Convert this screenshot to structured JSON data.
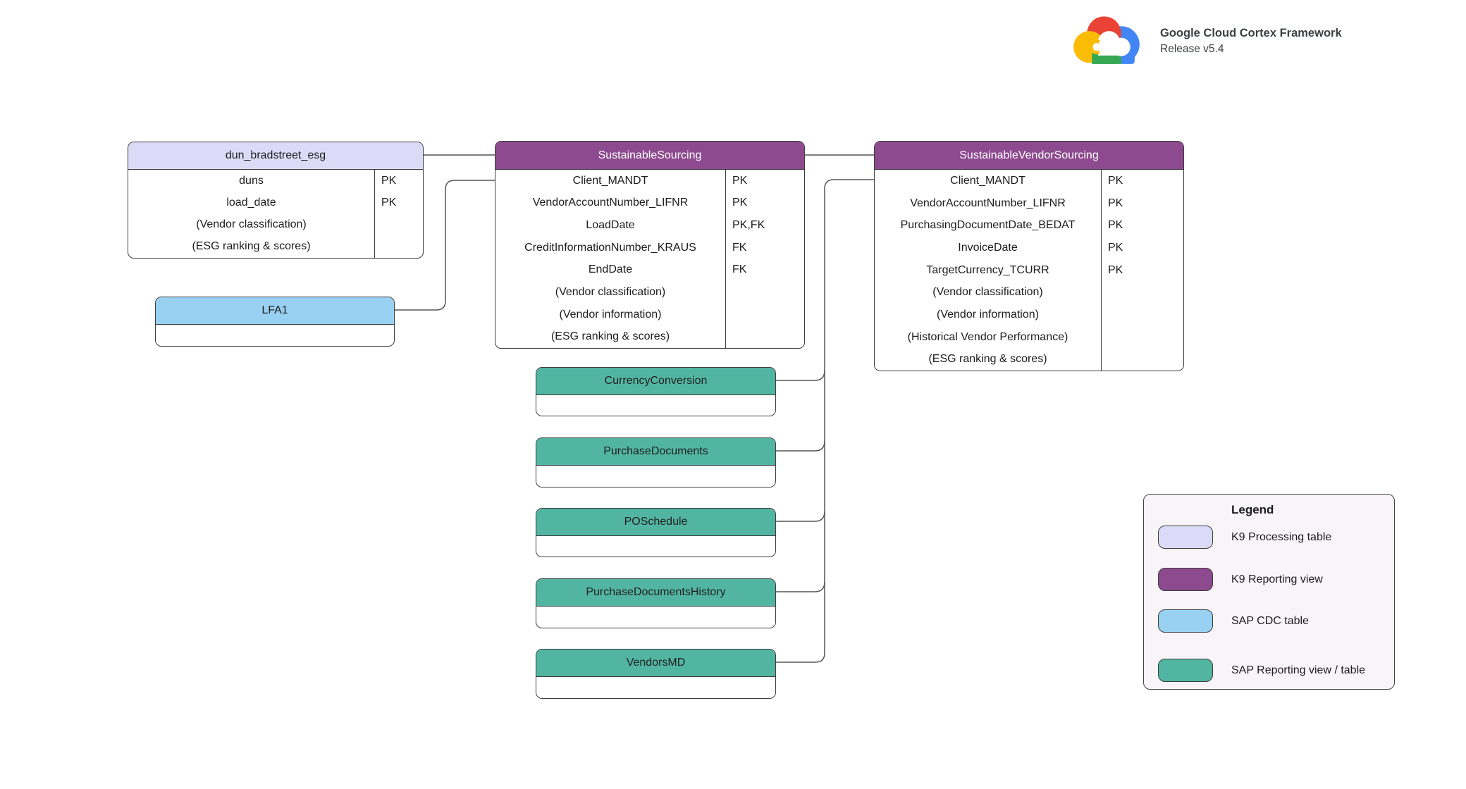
{
  "brand": {
    "title": "Google Cloud Cortex Framework",
    "subtitle": "Release v5.4",
    "logo_icon": "google-cloud-logo"
  },
  "colors": {
    "k9_processing": "#dbdbf8",
    "k9_reporting": "#8d4a8f",
    "sap_cdc": "#99d1f2",
    "sap_reporting": "#52b5a2",
    "header_text_on_dark": "#ffffff",
    "header_text_on_light": "#1f1f1f",
    "table_border": "#3d3d3d",
    "connector": "#555555",
    "legend_background": "#f8f4f8"
  },
  "tables": [
    {
      "id": "dun_bradstreet_esg",
      "title": "dun_bradstreet_esg",
      "type": "k9_processing",
      "rows": [
        {
          "name": "duns",
          "key": "PK"
        },
        {
          "name": "load_date",
          "key": "PK"
        },
        {
          "name": "(Vendor classification)",
          "key": ""
        },
        {
          "name": "(ESG ranking & scores)",
          "key": ""
        }
      ]
    },
    {
      "id": "SustainableSourcing",
      "title": "SustainableSourcing",
      "type": "k9_reporting",
      "rows": [
        {
          "name": "Client_MANDT",
          "key": "PK"
        },
        {
          "name": "VendorAccountNumber_LIFNR",
          "key": "PK"
        },
        {
          "name": "LoadDate",
          "key": "PK,FK"
        },
        {
          "name": "CreditInformationNumber_KRAUS",
          "key": "FK"
        },
        {
          "name": "EndDate",
          "key": "FK"
        },
        {
          "name": "(Vendor classification)",
          "key": ""
        },
        {
          "name": "(Vendor information)",
          "key": ""
        },
        {
          "name": "(ESG ranking & scores)",
          "key": ""
        }
      ]
    },
    {
      "id": "SustainableVendorSourcing",
      "title": "SustainableVendorSourcing",
      "type": "k9_reporting",
      "rows": [
        {
          "name": "Client_MANDT",
          "key": "PK"
        },
        {
          "name": "VendorAccountNumber_LIFNR",
          "key": "PK"
        },
        {
          "name": "PurchasingDocumentDate_BEDAT",
          "key": "PK"
        },
        {
          "name": "InvoiceDate",
          "key": "PK"
        },
        {
          "name": "TargetCurrency_TCURR",
          "key": "PK"
        },
        {
          "name": "(Vendor classification)",
          "key": ""
        },
        {
          "name": "(Vendor information)",
          "key": ""
        },
        {
          "name": "(Historical Vendor Performance)",
          "key": ""
        },
        {
          "name": "(ESG ranking & scores)",
          "key": ""
        }
      ]
    },
    {
      "id": "LFA1",
      "title": "LFA1",
      "type": "sap_cdc",
      "rows": [
        {
          "name": "",
          "key": ""
        }
      ]
    },
    {
      "id": "CurrencyConversion",
      "title": "CurrencyConversion",
      "type": "sap_reporting",
      "rows": [
        {
          "name": "",
          "key": ""
        }
      ]
    },
    {
      "id": "PurchaseDocuments",
      "title": "PurchaseDocuments",
      "type": "sap_reporting",
      "rows": [
        {
          "name": "",
          "key": ""
        }
      ]
    },
    {
      "id": "POSchedule",
      "title": "POSchedule",
      "type": "sap_reporting",
      "rows": [
        {
          "name": "",
          "key": ""
        }
      ]
    },
    {
      "id": "PurchaseDocumentsHistory",
      "title": "PurchaseDocumentsHistory",
      "type": "sap_reporting",
      "rows": [
        {
          "name": "",
          "key": ""
        }
      ]
    },
    {
      "id": "VendorsMD",
      "title": "VendorsMD",
      "type": "sap_reporting",
      "rows": [
        {
          "name": "",
          "key": ""
        }
      ]
    }
  ],
  "legend": {
    "title": "Legend",
    "items": [
      {
        "label": "K9 Processing table",
        "type": "k9_processing"
      },
      {
        "label": "K9 Reporting view",
        "type": "k9_reporting"
      },
      {
        "label": "SAP CDC table",
        "type": "sap_cdc"
      },
      {
        "label": "SAP Reporting view / table",
        "type": "sap_reporting"
      }
    ]
  }
}
